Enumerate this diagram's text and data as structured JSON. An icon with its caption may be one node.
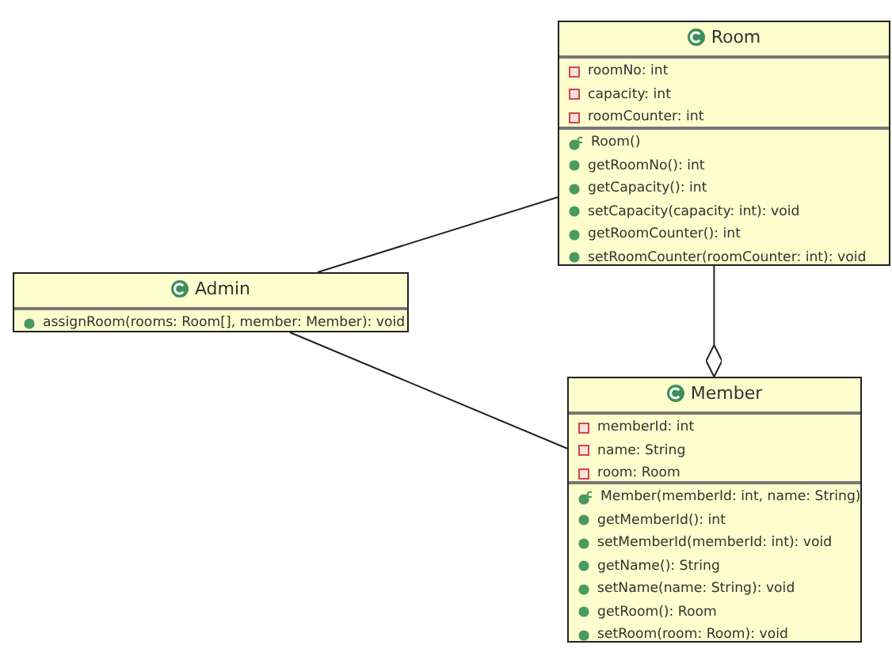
{
  "diagram": {
    "nodes": [
      {
        "text": [
          "Room"
        ]
      },
      {
        "text": [
          "roomNo: int",
          "capacity: int",
          "roomCounter: int"
        ],
        "in": 0
      },
      {
        "text": [
          "Room()",
          "getRoomNo(): int",
          "getCapacity(): int",
          "setCapacity(capacity: int): void",
          "getRoomCounter(): int",
          "setRoomCounter(roomCounter: int): void"
        ],
        "in": 0
      },
      {
        "text": [
          "Admin"
        ]
      },
      {
        "text": [
          "assignRoom(rooms: Room[], member: Member): void"
        ],
        "in": 3
      },
      {
        "text": [
          "Member"
        ]
      },
      {
        "text": [
          "memberId: int",
          "name: String",
          "room: Room"
        ],
        "in": 5
      },
      {
        "text": [
          "Member(memberId: int, name: String)",
          "getMemberId(): int",
          "setMemberId(memberId: int): void",
          "getName(): String",
          "setName(name: String): void",
          "getRoom(): Room",
          "setRoom(room: Room): void"
        ],
        "in": 5
      }
    ],
    "edges": [
      {
        "from": 3,
        "to": 0,
        "arrow": "none"
      },
      {
        "from": 3,
        "to": 5,
        "arrow": "none"
      },
      {
        "from": 0,
        "to": 5,
        "arrow": "other"
      }
    ]
  }
}
